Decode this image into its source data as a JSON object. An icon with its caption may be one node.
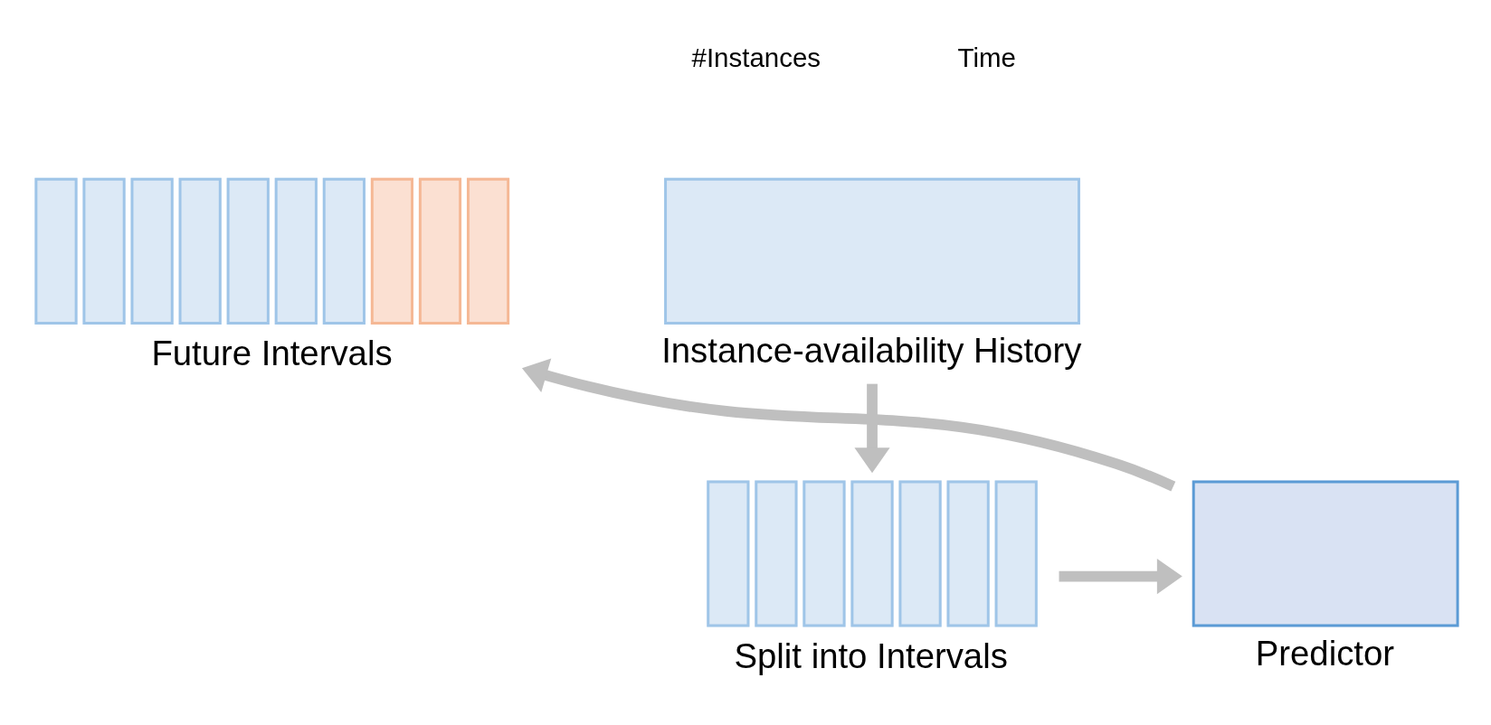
{
  "diagram": {
    "nodes": [
      {
        "text": [
          "Instance-availability History"
        ]
      },
      {
        "text": [
          "Split into Intervals"
        ]
      },
      {
        "text": [
          "Predictor"
        ]
      },
      {
        "text": [
          "Future Intervals"
        ]
      }
    ],
    "edges": [
      {
        "from": 0,
        "to": 1,
        "arrow": "to"
      },
      {
        "from": 1,
        "to": 2,
        "arrow": "to"
      },
      {
        "from": 2,
        "to": 3,
        "arrow": "to"
      }
    ],
    "labels": [
      "#Instances",
      "Time"
    ]
  }
}
